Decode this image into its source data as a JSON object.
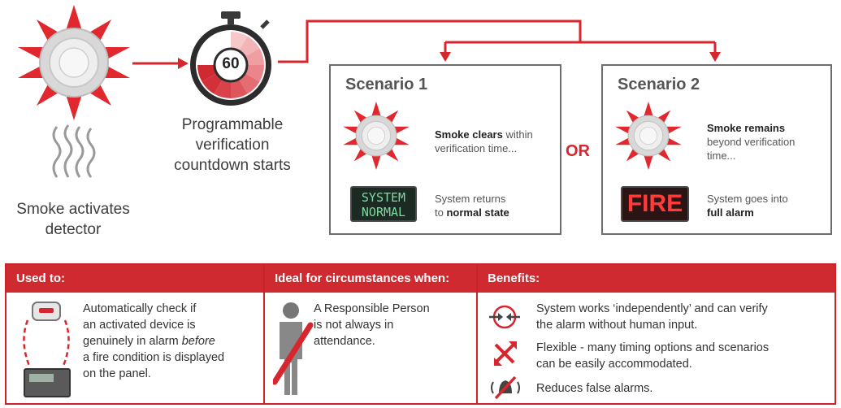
{
  "step1": {
    "caption_line1": "Smoke activates",
    "caption_line2": "detector"
  },
  "step2": {
    "timer_value": "60",
    "caption_line1": "Programmable",
    "caption_line2": "verification",
    "caption_line3": "countdown starts"
  },
  "scenario1": {
    "title": "Scenario 1",
    "desc1_bold": "Smoke clears",
    "desc1_rest_a": " within",
    "desc1_rest_b": "verification time...",
    "panel_line1": "SYSTEM",
    "panel_line2": "NORMAL",
    "desc2_line1": "System returns",
    "desc2_prefix": "to ",
    "desc2_bold": "normal state"
  },
  "or_label": "OR",
  "scenario2": {
    "title": "Scenario 2",
    "desc1_bold": "Smoke remains",
    "desc1_line2": "beyond verification",
    "desc1_line3": "time...",
    "panel_text": "FIRE",
    "desc2_line1": "System goes into",
    "desc2_bold": "full alarm"
  },
  "table": {
    "col1_header": "Used to:",
    "col2_header": "Ideal for circumstances when:",
    "col3_header": "Benefits:",
    "used_to": {
      "line1": "Automatically check if",
      "line2": "an activated device is",
      "line3_prefix": "genuinely in alarm ",
      "line3_italic": "before",
      "line4": "a fire condition is displayed",
      "line5": "on the panel."
    },
    "ideal": {
      "line1": "A Responsible Person",
      "line2": "is not always in",
      "line3": "attendance."
    },
    "benefits": [
      {
        "icon": "arrows-inward-icon",
        "line1": "System works ‘independently’ and can verify",
        "line2": "the alarm without human input."
      },
      {
        "icon": "flexible-arrows-icon",
        "line1": "Flexible - many timing options and scenarios",
        "line2": "can be easily accommodated."
      },
      {
        "icon": "no-alarm-icon",
        "line1": "Reduces false alarms.",
        "line2": ""
      }
    ]
  },
  "colors": {
    "accent_red": "#cf2a2f",
    "burst_red": "#e0282e",
    "panel_dark": "#1b2a22",
    "normal_text": "#7fd9a0",
    "fire_text": "#ff3b3b"
  }
}
